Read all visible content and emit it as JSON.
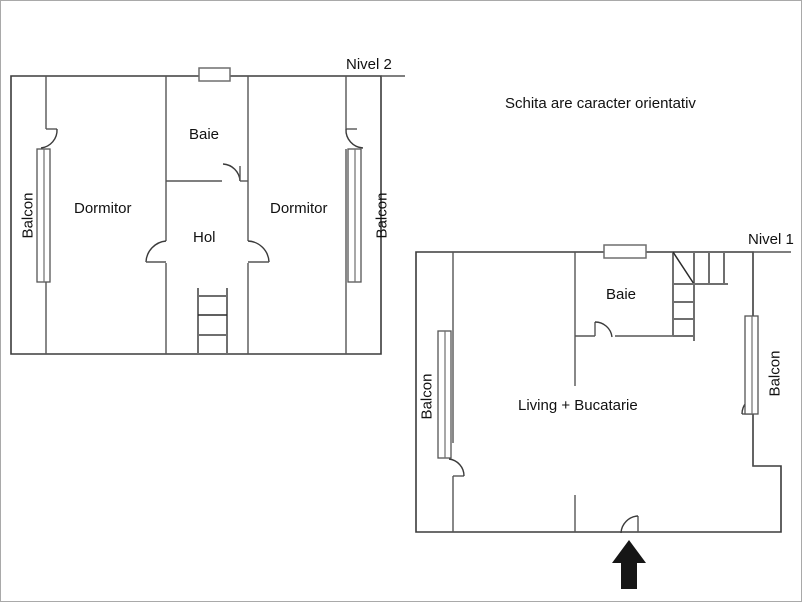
{
  "page": {
    "note": "Schita are caracter orientativ",
    "border_color": "#a9a9a9",
    "background": "#ffffff",
    "ink_color": "#3b3b3b"
  },
  "levels": [
    {
      "id": "nivel-2",
      "title": "Nivel 2",
      "rooms": [
        {
          "id": "dormitor-stanga",
          "label": "Dormitor"
        },
        {
          "id": "baie",
          "label": "Baie"
        },
        {
          "id": "hol",
          "label": "Hol"
        },
        {
          "id": "dormitor-dreapta",
          "label": "Dormitor"
        }
      ],
      "balconies": [
        {
          "id": "balcon-stanga",
          "label": "Balcon"
        },
        {
          "id": "balcon-dreapta",
          "label": "Balcon"
        }
      ],
      "features": [
        "window",
        "stairs",
        "doors"
      ]
    },
    {
      "id": "nivel-1",
      "title": "Nivel 1",
      "rooms": [
        {
          "id": "living-bucatarie",
          "label": "Living + Bucatarie"
        },
        {
          "id": "baie",
          "label": "Baie"
        }
      ],
      "balconies": [
        {
          "id": "balcon-stanga",
          "label": "Balcon"
        },
        {
          "id": "balcon-dreapta",
          "label": "Balcon"
        }
      ],
      "features": [
        "window",
        "stairs",
        "entrance-arrow",
        "doors"
      ]
    }
  ],
  "labels": {
    "nivel2_title": "Nivel 2",
    "nivel1_title": "Nivel 1",
    "orientation_note": "Schita are caracter orientativ",
    "n2_dormitor_left": "Dormitor",
    "n2_dormitor_right": "Dormitor",
    "n2_baie": "Baie",
    "n2_hol": "Hol",
    "n2_balcon_left": "Balcon",
    "n2_balcon_right": "Balcon",
    "n1_living": "Living + Bucatarie",
    "n1_baie": "Baie",
    "n1_balcon_left": "Balcon",
    "n1_balcon_right": "Balcon"
  }
}
